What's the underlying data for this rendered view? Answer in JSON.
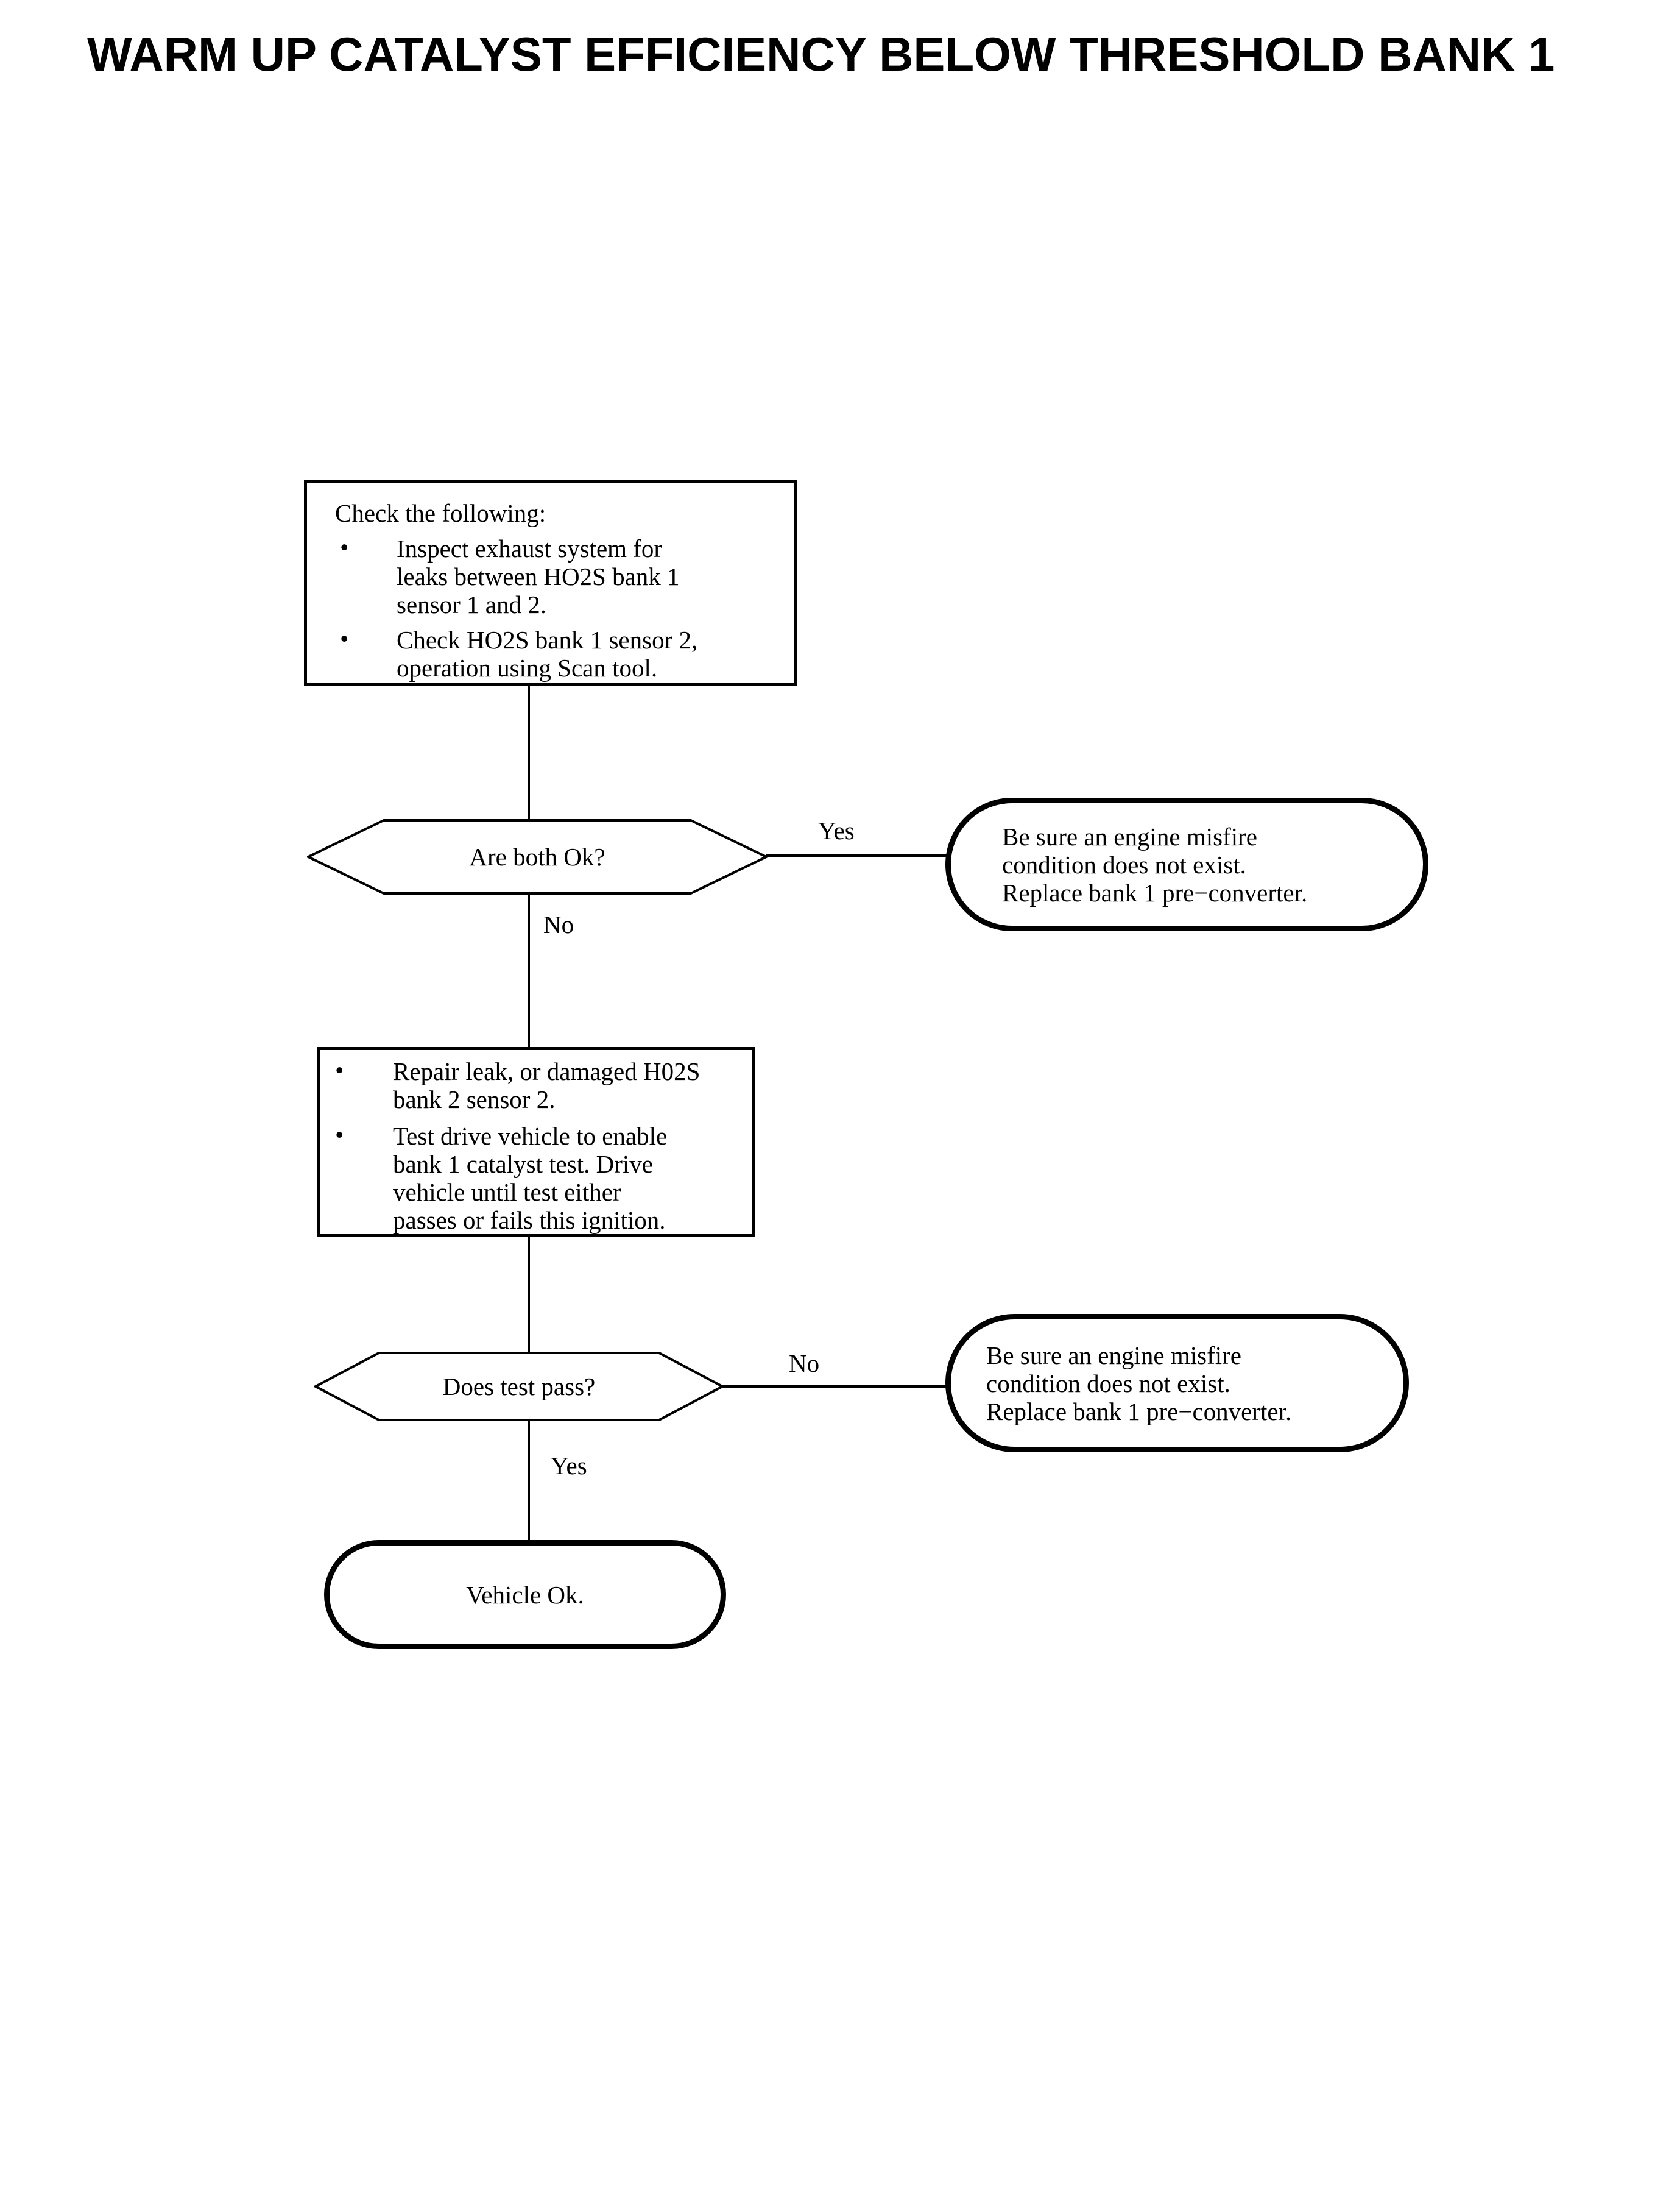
{
  "title": "WARM UP CATALYST EFFICIENCY BELOW THRESHOLD BANK 1",
  "colors": {
    "ink": "#000000",
    "paper": "#ffffff"
  },
  "flow": {
    "check_box": {
      "intro": "Check the following:",
      "bullets": [
        "Inspect exhaust system for\nleaks between HO2S bank 1\nsensor 1 and 2.",
        "Check HO2S bank 1 sensor 2,\noperation using Scan tool."
      ]
    },
    "decision_are_both_ok": {
      "question": "Are both Ok?",
      "yes_label": "Yes",
      "no_label": "No"
    },
    "misfire_terminal_top": {
      "text": "Be sure an engine misfire\ncondition does not exist.\nReplace bank 1 pre−converter."
    },
    "repair_box": {
      "bullets": [
        "Repair leak, or damaged H02S\nbank 2 sensor 2.",
        "Test drive vehicle to enable\nbank 1 catalyst test. Drive\nvehicle until test either\npasses or fails this ignition."
      ]
    },
    "decision_does_test_pass": {
      "question": "Does test pass?",
      "yes_label": "Yes",
      "no_label": "No"
    },
    "misfire_terminal_bottom": {
      "text": "Be sure an engine misfire\ncondition does not exist.\nReplace bank 1 pre−converter."
    },
    "vehicle_ok_terminal": {
      "text": "Vehicle Ok."
    }
  }
}
